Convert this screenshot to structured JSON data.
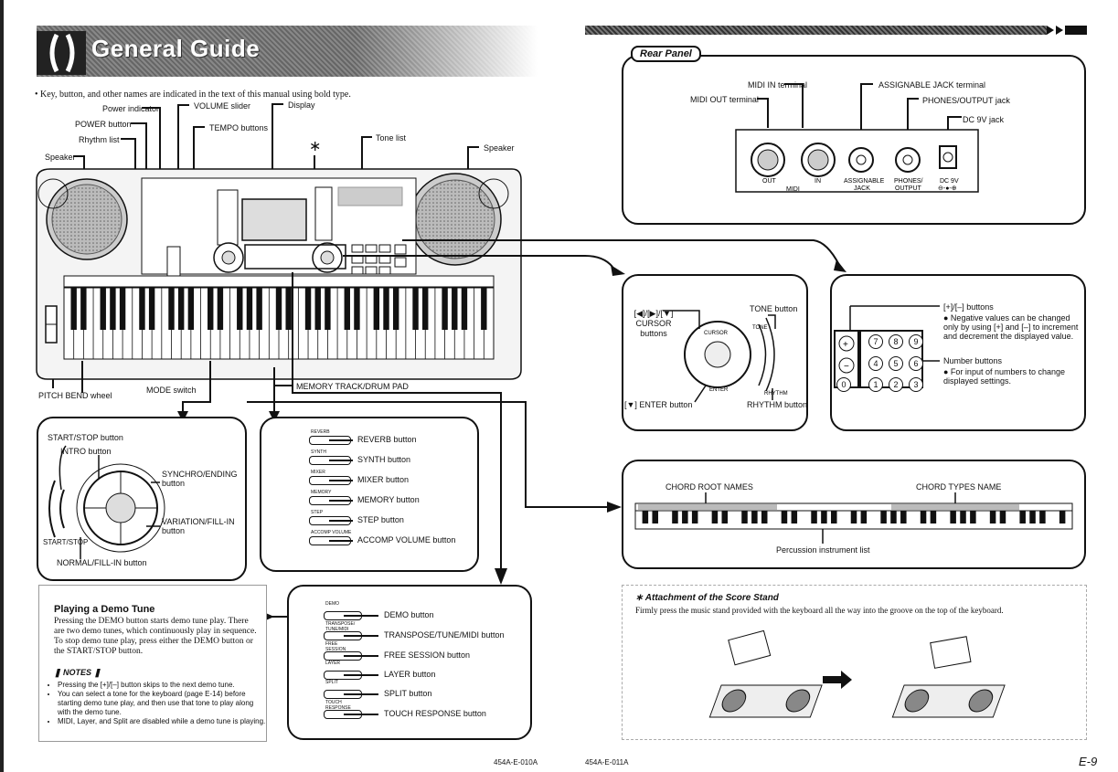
{
  "header": {
    "title": "General Guide",
    "intro": "• Key, button, and other names are indicated in the text of this manual using bold type."
  },
  "keyboard_labels": {
    "power_indicator": "Power indicator",
    "power_button": "POWER button",
    "rhythm_list": "Rhythm list",
    "speaker_left": "Speaker",
    "volume_slider": "VOLUME slider",
    "tempo_buttons": "TEMPO buttons",
    "display": "Display",
    "tone_list": "Tone list",
    "speaker_right": "Speaker",
    "asterisk": "∗",
    "pitch_bend": "PITCH BEND wheel",
    "mode_switch": "MODE switch",
    "memory_track": "MEMORY TRACK/DRUM PAD"
  },
  "panel_rhythm": {
    "start_stop": "START/STOP button",
    "intro": "INTRO button",
    "synchro": "SYNCHRO/ENDING button",
    "variation": "VARIATION/FILL-IN button",
    "start_stop_small": "START/STOP",
    "normal": "NORMAL/FILL-IN button"
  },
  "panel_function": {
    "items": [
      {
        "small": "REVERB",
        "label": "REVERB button"
      },
      {
        "small": "SYNTH",
        "label": "SYNTH button"
      },
      {
        "small": "MIXER",
        "label": "MIXER button"
      },
      {
        "small": "MEMORY",
        "label": "MEMORY button"
      },
      {
        "small": "STEP",
        "label": "STEP button"
      },
      {
        "small": "ACCOMP VOLUME",
        "label": "ACCOMP VOLUME button"
      }
    ]
  },
  "panel_demo": {
    "items": [
      {
        "small": "DEMO",
        "label": "DEMO button"
      },
      {
        "small": "TRANSPOSE/ TUNE/MIDI",
        "label": "TRANSPOSE/TUNE/MIDI button"
      },
      {
        "small": "FREE SESSION",
        "label": "FREE SESSION button"
      },
      {
        "small": "LAYER",
        "label": "LAYER button"
      },
      {
        "small": "SPLIT",
        "label": "SPLIT button"
      },
      {
        "small": "TOUCH RESPONSE",
        "label": "TOUCH RESPONSE button"
      }
    ]
  },
  "demo_note": {
    "heading": "Playing a Demo Tune",
    "body": "Pressing the DEMO button starts demo tune play. There are two demo tunes, which continuously play in sequence. To stop demo tune play, press either the DEMO button or the START/STOP button.",
    "notes_heading": "NOTES",
    "notes": [
      "Pressing the [+]/[–] button skips to the next demo tune.",
      "You can select a tone for the keyboard (page E-14) before starting demo tune play, and then use that tone to play along with the demo tune.",
      "MIDI, Layer, and Split are disabled while a demo tune is playing."
    ]
  },
  "rear_panel": {
    "title": "Rear Panel",
    "midi_in": "MIDI IN terminal",
    "midi_out": "MIDI OUT terminal",
    "assignable": "ASSIGNABLE JACK terminal",
    "phones": "PHONES/OUTPUT jack",
    "dc": "DC 9V jack",
    "jack_labels": {
      "out": "OUT",
      "in": "IN",
      "midi": "MIDI",
      "assign1": "ASSIGNABLE",
      "assign2": "JACK",
      "phones1": "PHONES/",
      "phones2": "OUTPUT",
      "dc1": "DC 9V",
      "dc2": "⊖-●-⊕"
    }
  },
  "cursor_panel": {
    "cursor": "[◀]/[▶]/[▼] CURSOR buttons",
    "cursor_l1": "[◀]/[▶]/[▼]",
    "cursor_l2": "CURSOR",
    "cursor_l3": "buttons",
    "tone": "TONE button",
    "enter": "[▼] ENTER button",
    "rhythm": "RHYTHM button",
    "small_cursor": "CURSOR",
    "small_tone": "TONE",
    "small_enter": "ENTER",
    "small_rhythm": "RHYTHM"
  },
  "numpad_panel": {
    "plusminus": "[+]/[–] buttons",
    "plusminus_note": "● Negative values can be changed only by using [+] and [–] to increment and decrement the displayed value.",
    "number": "Number buttons",
    "number_note": "● For input of numbers to change displayed settings.",
    "keys": [
      "7",
      "8",
      "9",
      "4",
      "5",
      "6",
      "0",
      "1",
      "2",
      "3"
    ]
  },
  "chord_panel": {
    "root": "CHORD ROOT NAMES",
    "types": "CHORD TYPES NAME",
    "percussion": "Percussion instrument list"
  },
  "score_stand": {
    "heading": "∗ Attachment of the Score Stand",
    "body": "Firmly press the music stand provided with the keyboard all the way into the groove on the top of the keyboard."
  },
  "footer": {
    "left_code": "454A-E-010A",
    "right_code": "454A-E-011A",
    "page": "E-9"
  }
}
